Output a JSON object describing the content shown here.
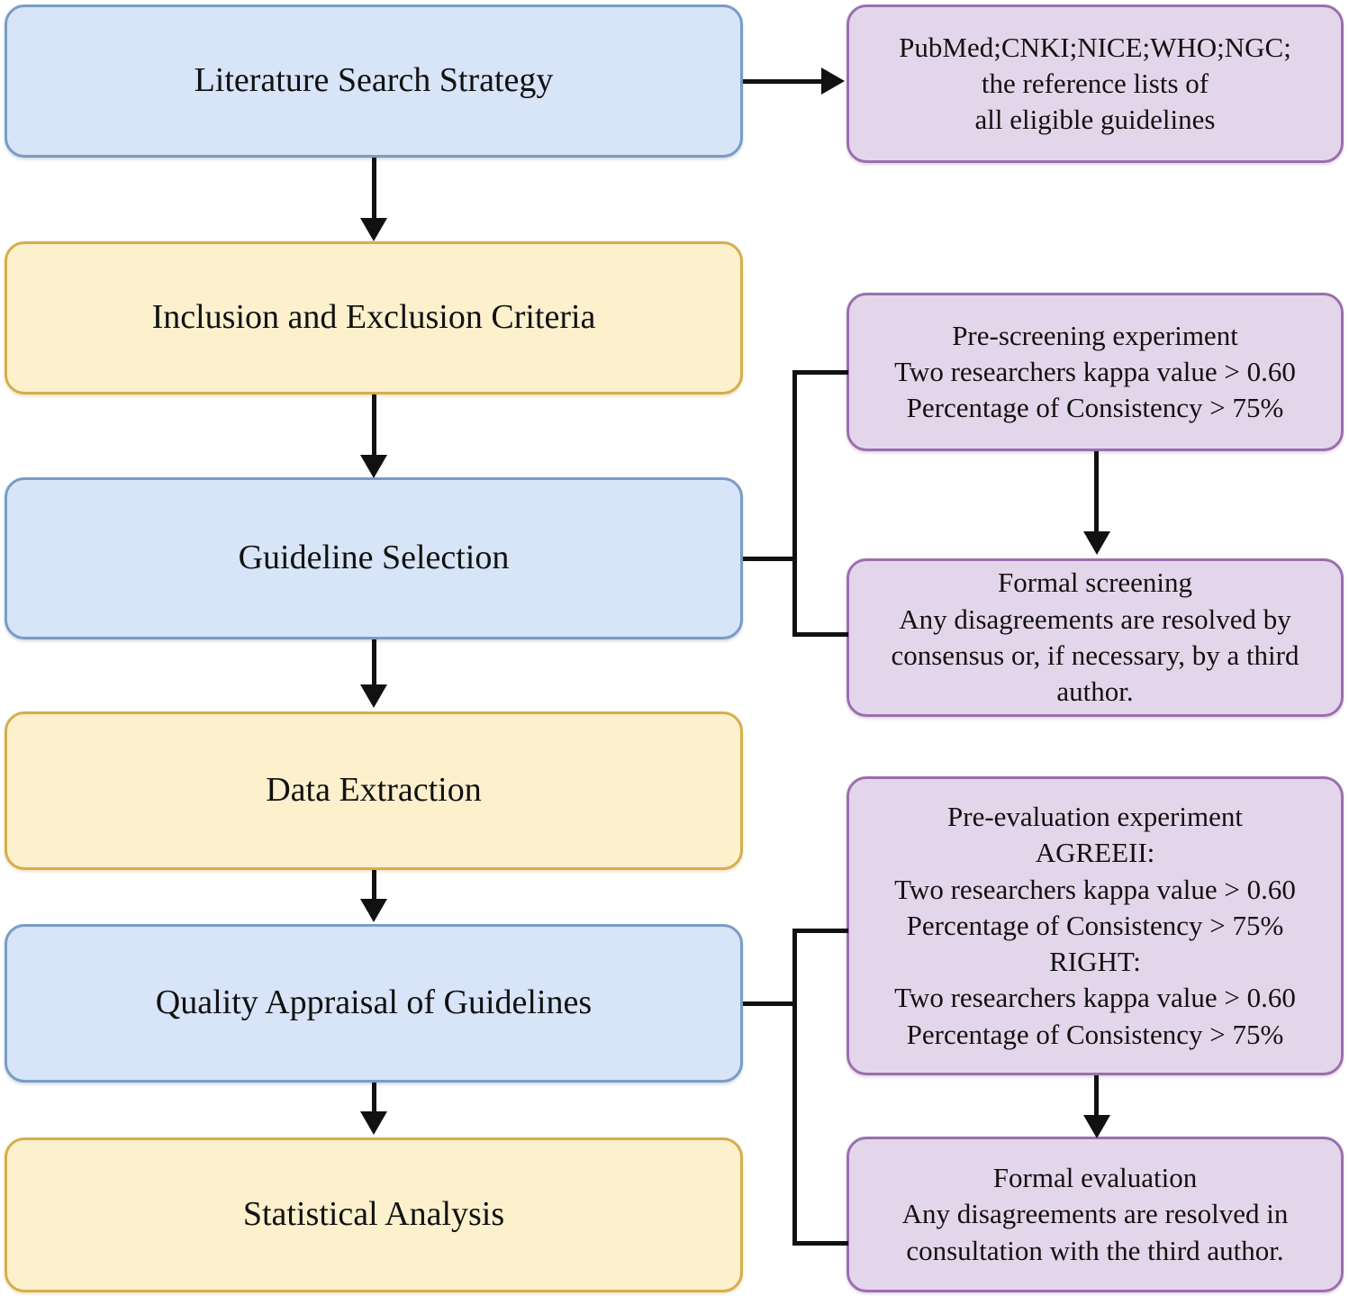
{
  "diagram": {
    "title": "Systematic review methodology flowchart",
    "colors": {
      "blue_fill": "#d8e4f7",
      "blue_stroke": "#7a9cc6",
      "yellow_fill": "#fdf0cd",
      "yellow_stroke": "#d6ae49",
      "purple_fill": "#e4d6ea",
      "purple_stroke": "#9b6fae",
      "connector": "#111111",
      "background": "#ffffff"
    },
    "main_steps": [
      {
        "id": "literature-search-strategy",
        "label": "Literature Search Strategy",
        "color": "blue"
      },
      {
        "id": "inclusion-and-exclusion-criteria",
        "label": "Inclusion and Exclusion Criteria",
        "color": "yellow"
      },
      {
        "id": "guideline-selection",
        "label": "Guideline Selection",
        "color": "blue"
      },
      {
        "id": "data-extraction",
        "label": "Data Extraction",
        "color": "yellow"
      },
      {
        "id": "quality-appraisal-of-guidelines",
        "label": "Quality Appraisal of Guidelines",
        "color": "blue"
      },
      {
        "id": "statistical-analysis",
        "label": "Statistical Analysis",
        "color": "yellow"
      }
    ],
    "detail_notes": [
      {
        "id": "databases-sources",
        "label": "PubMed;CNKI;NICE;WHO;NGC;\nthe reference lists of\nall eligible guidelines"
      },
      {
        "id": "pre-screening-experiment",
        "label": "Pre-screening experiment\nTwo researchers kappa value > 0.60\nPercentage of Consistency > 75%"
      },
      {
        "id": "formal-screening",
        "label": "Formal screening\nAny disagreements are resolved by\nconsensus or, if necessary, by a third\nauthor."
      },
      {
        "id": "pre-evaluation-experiment",
        "label": "Pre-evaluation experiment\nAGREEII:\nTwo researchers kappa value > 0.60\nPercentage of Consistency > 75%\nRIGHT:\nTwo researchers kappa value > 0.60\nPercentage of Consistency > 75%"
      },
      {
        "id": "formal-evaluation",
        "label": "Formal evaluation\nAny disagreements are resolved in\nconsultation with the third author."
      }
    ],
    "connectors": [
      {
        "id": "search-to-databases",
        "type": "arrow-right",
        "from": "literature-search-strategy",
        "to": "databases-sources"
      },
      {
        "id": "search-to-criteria",
        "type": "arrow-down",
        "from": "literature-search-strategy",
        "to": "inclusion-and-exclusion-criteria"
      },
      {
        "id": "criteria-to-selection",
        "type": "arrow-down",
        "from": "inclusion-and-exclusion-criteria",
        "to": "guideline-selection"
      },
      {
        "id": "selection-to-screening-bracket",
        "type": "bracket",
        "from": "guideline-selection",
        "to": "pre-screening-experiment, formal-screening"
      },
      {
        "id": "prescreen-to-formal-screening",
        "type": "arrow-down",
        "from": "pre-screening-experiment",
        "to": "formal-screening"
      },
      {
        "id": "selection-to-extraction",
        "type": "arrow-down",
        "from": "guideline-selection",
        "to": "data-extraction"
      },
      {
        "id": "extraction-to-appraisal",
        "type": "arrow-down",
        "from": "data-extraction",
        "to": "quality-appraisal-of-guidelines"
      },
      {
        "id": "appraisal-to-evaluation-bracket",
        "type": "bracket",
        "from": "quality-appraisal-of-guidelines",
        "to": "pre-evaluation-experiment, formal-evaluation"
      },
      {
        "id": "preeval-to-formal-evaluation",
        "type": "arrow-down",
        "from": "pre-evaluation-experiment",
        "to": "formal-evaluation"
      },
      {
        "id": "appraisal-to-statistical-analysis",
        "type": "arrow-down",
        "from": "quality-appraisal-of-guidelines",
        "to": "statistical-analysis"
      }
    ]
  }
}
